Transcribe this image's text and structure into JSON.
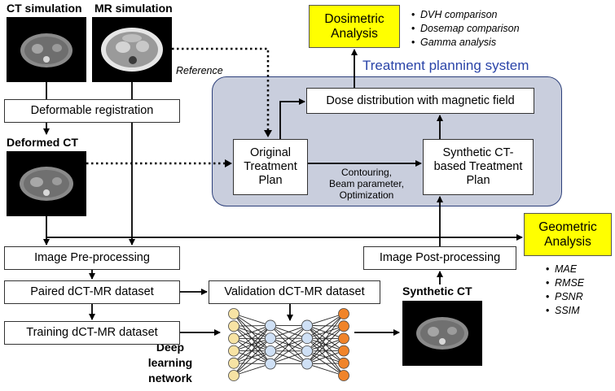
{
  "labels": {
    "ct_simulation": "CT simulation",
    "mr_simulation": "MR simulation",
    "deformed_ct": "Deformed CT",
    "synthetic_ct": "Synthetic CT",
    "reference": "Reference",
    "deep_learning_network": "Deep learning network"
  },
  "boxes": {
    "deformable_registration": "Deformable registration",
    "image_preprocessing": "Image Pre-processing",
    "paired_dataset": "Paired dCT-MR dataset",
    "training_dataset": "Training dCT-MR dataset",
    "validation_dataset": "Validation dCT-MR dataset",
    "image_postprocessing": "Image Post-processing",
    "dose_distribution": "Dose distribution with magnetic field",
    "original_plan": "Original Treatment Plan",
    "synthetic_plan": "Synthetic CT-based Treatment Plan",
    "dosimetric_analysis": "Dosimetric Analysis",
    "geometric_analysis": "Geometric Analysis"
  },
  "tps_title": "Treatment planning system",
  "planning_steps": [
    "Contouring,",
    "Beam parameter,",
    "Optimization"
  ],
  "dosimetric_items": [
    "DVH comparison",
    "Dosemap comparison",
    "Gamma analysis"
  ],
  "geometric_items": [
    "MAE",
    "RMSE",
    "PSNR",
    "SSIM"
  ],
  "colors": {
    "yellow": "#ffff00",
    "tps_fill": "#c9cedd",
    "tps_border": "#2c3f7a",
    "tps_title": "#2a44a8",
    "node_input": "#f7e3a4",
    "node_hidden": "#cfe0f5",
    "node_output": "#f0842a"
  },
  "network": {
    "layers": [
      6,
      4,
      4,
      6
    ],
    "layer_types": [
      "input",
      "hidden",
      "hidden",
      "output"
    ]
  }
}
